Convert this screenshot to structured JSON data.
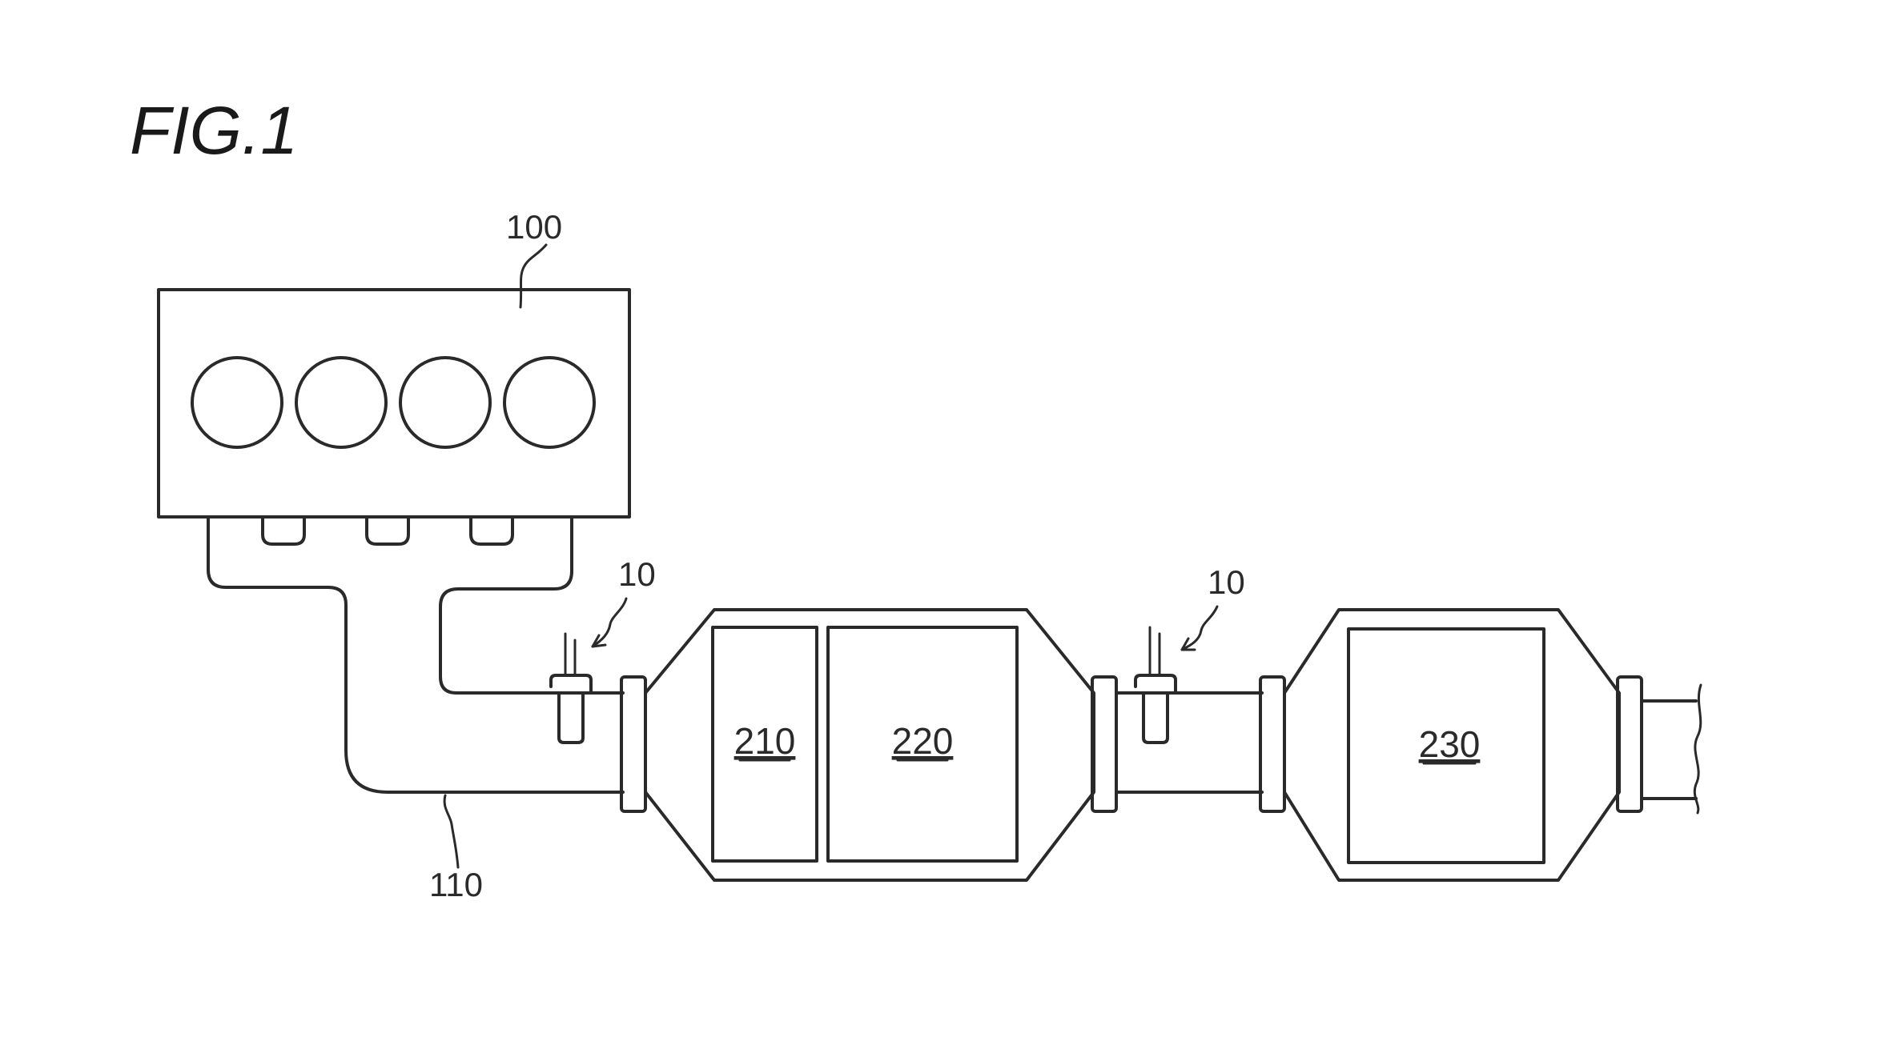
{
  "figure_label": "FIG.1",
  "engine": {
    "ref": "100"
  },
  "exhaust_pipe": {
    "ref": "110"
  },
  "sensors": [
    {
      "ref": "10"
    },
    {
      "ref": "10"
    }
  ],
  "components": [
    {
      "ref": "210"
    },
    {
      "ref": "220"
    },
    {
      "ref": "230"
    }
  ]
}
